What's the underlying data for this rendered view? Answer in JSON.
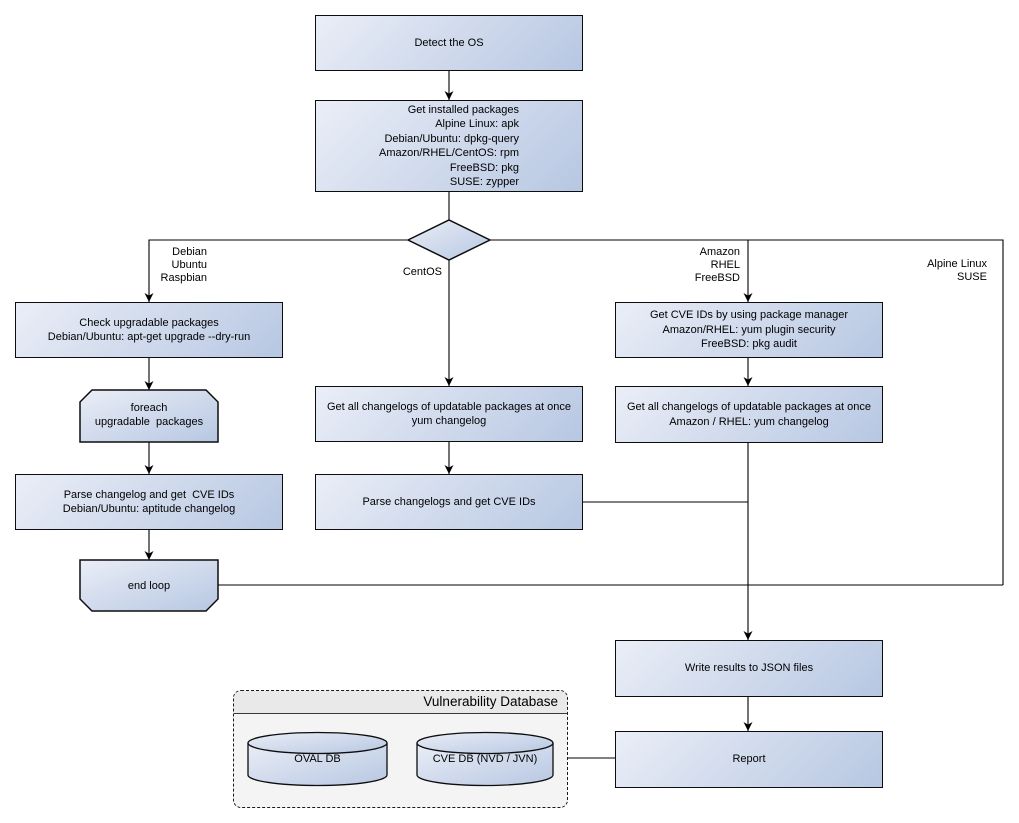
{
  "diagram": {
    "nodes": {
      "detect_os": {
        "label": "Detect the OS"
      },
      "get_installed": {
        "label": "Get installed packages\nAlpine Linux: apk\nDebian/Ubuntu: dpkg-query\nAmazon/RHEL/CentOS: rpm\nFreeBSD: pkg\nSUSE: zypper"
      },
      "check_upgradable": {
        "label": "Check upgradable packages\nDebian/Ubuntu: apt-get upgrade --dry-run"
      },
      "foreach_loop": {
        "label": "foreach\nupgradable  packages"
      },
      "parse_changelog_deb": {
        "label": "Parse changelog and get  CVE IDs\nDebian/Ubuntu: aptitude changelog"
      },
      "end_loop": {
        "label": "end loop"
      },
      "changelogs_centos": {
        "label": "Get all changelogs of updatable packages at once\nyum changelog"
      },
      "parse_changelogs_centos": {
        "label": "Parse changelogs and get CVE IDs"
      },
      "get_cve_pkg_manager": {
        "label": "Get CVE IDs by using package manager\nAmazon/RHEL: yum plugin security\nFreeBSD: pkg audit"
      },
      "changelogs_amazon": {
        "label": "Get all changelogs of updatable packages at once\nAmazon / RHEL: yum changelog"
      },
      "write_results": {
        "label": "Write results to JSON files"
      },
      "report": {
        "label": "Report"
      }
    },
    "branch_labels": {
      "debian": "Debian\nUbuntu\nRaspbian",
      "centos": "CentOS",
      "amazon": "Amazon\nRHEL\nFreeBSD",
      "alpine": "Alpine Linux\nSUSE"
    },
    "database": {
      "title": "Vulnerability Database",
      "oval_db": "OVAL DB",
      "cve_db": "CVE DB (NVD / JVN)"
    },
    "colors": {
      "node_gradient_start": "#eaeef7",
      "node_gradient_end": "#b7c7e2",
      "node_border": "#0d0d0d",
      "connector": "#000000",
      "db_container_fill": "#f4f4f4",
      "db_header_fill": "#e9e9e9",
      "background": "#ffffff"
    }
  }
}
